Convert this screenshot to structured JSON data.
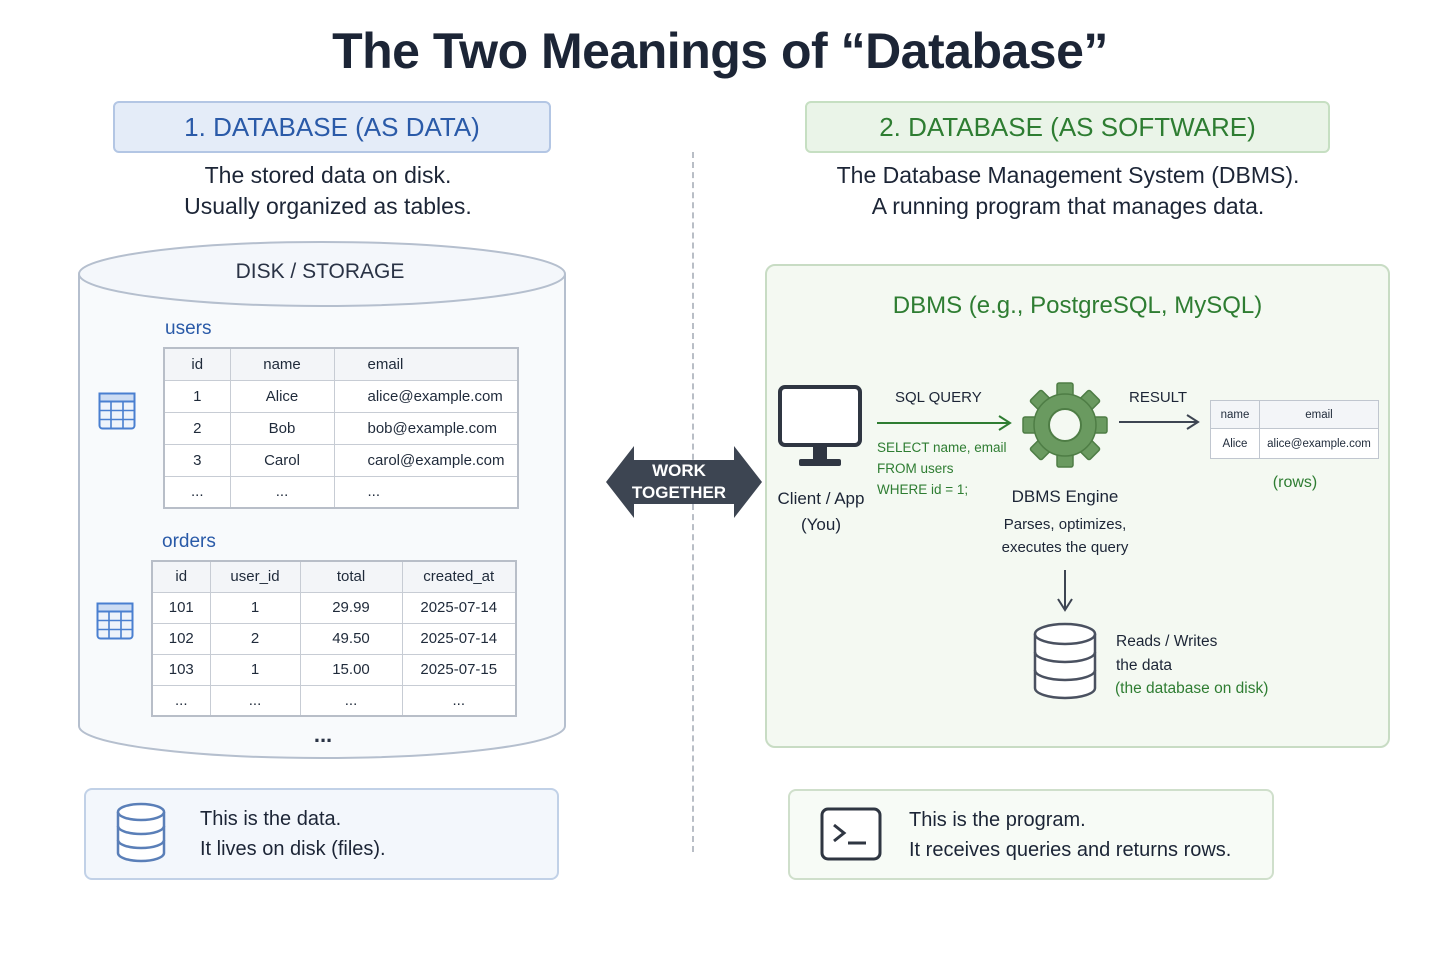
{
  "title": "The Two Meanings of “Database”",
  "left": {
    "tag": "1. DATABASE (AS DATA)",
    "subtitle_line1": "The stored data on disk.",
    "subtitle_line2": "Usually organized as tables.",
    "disk_label": "DISK / STORAGE",
    "users": {
      "name": "users",
      "headers": [
        "id",
        "name",
        "email"
      ],
      "rows": [
        [
          "1",
          "Alice",
          "alice@example.com"
        ],
        [
          "2",
          "Bob",
          "bob@example.com"
        ],
        [
          "3",
          "Carol",
          "carol@example.com"
        ],
        [
          "...",
          "...",
          "..."
        ]
      ]
    },
    "orders": {
      "name": "orders",
      "headers": [
        "id",
        "user_id",
        "total",
        "created_at"
      ],
      "rows": [
        [
          "101",
          "1",
          "29.99",
          "2025-07-14"
        ],
        [
          "102",
          "2",
          "49.50",
          "2025-07-14"
        ],
        [
          "103",
          "1",
          "15.00",
          "2025-07-15"
        ],
        [
          "...",
          "...",
          "...",
          "..."
        ]
      ]
    },
    "more_dots": "...",
    "note_line1": "This is the data.",
    "note_line2": "It lives on disk (files)."
  },
  "center": {
    "line1": "WORK",
    "line2": "TOGETHER"
  },
  "right": {
    "tag": "2. DATABASE (AS SOFTWARE)",
    "subtitle_line1": "The Database Management System (DBMS).",
    "subtitle_line2": "A running program that manages data.",
    "panel_title": "DBMS (e.g., PostgreSQL, MySQL)",
    "client_line1": "Client / App",
    "client_line2": "(You)",
    "sql_label": "SQL QUERY",
    "sql_line1": "SELECT name, email",
    "sql_line2": "FROM users",
    "sql_line3": "WHERE id = 1;",
    "engine_label": "DBMS Engine",
    "engine_desc1": "Parses, optimizes,",
    "engine_desc2": "executes the query",
    "result_label": "RESULT",
    "result_table": {
      "headers": [
        "name",
        "email"
      ],
      "row": [
        "Alice",
        "alice@example.com"
      ]
    },
    "rows_label": "(rows)",
    "rw_line1": "Reads / Writes",
    "rw_line2": "the data",
    "rw_sub": "(the database on disk)",
    "note_line1": "This is the program.",
    "note_line2": "It receives queries and returns rows."
  },
  "colors": {
    "blue_accent": "#2a5aa8",
    "green_accent": "#2e7d32",
    "dark_text": "#1c2536",
    "arrow_dark": "#3d4552"
  },
  "icons": [
    "table-icon",
    "monitor-icon",
    "gear-icon",
    "database-icon",
    "terminal-icon",
    "double-arrow-icon"
  ]
}
